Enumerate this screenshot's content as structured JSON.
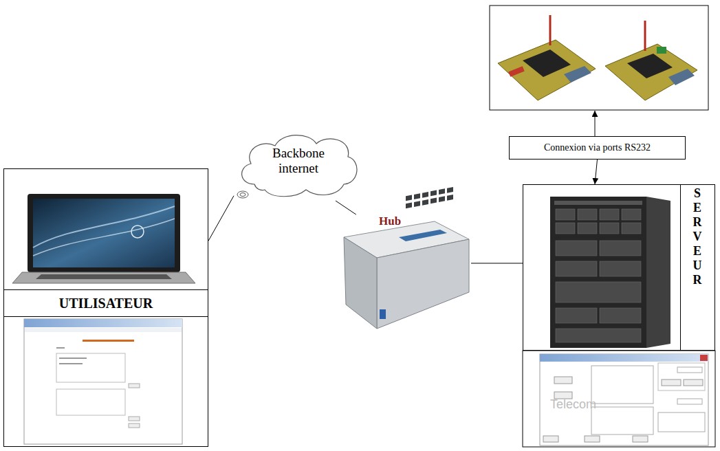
{
  "diagram": {
    "nodes": [
      {
        "text": [
          "UTILISATEUR"
        ]
      },
      {
        "text": [
          "Backbone internet"
        ]
      },
      {
        "text": [
          "Hub"
        ]
      },
      {
        "text": [
          "Connexion via ports RS232"
        ]
      },
      {
        "text": [
          "SERVEUR"
        ]
      }
    ],
    "edges": [
      {
        "from": 0,
        "to": 1,
        "arrow": "none"
      },
      {
        "from": 1,
        "to": 2,
        "arrow": "none"
      },
      {
        "from": 2,
        "to": 4,
        "arrow": "none"
      },
      {
        "from": 3,
        "to": 4,
        "arrow": "to"
      }
    ],
    "labels": [
      "Telecom"
    ]
  }
}
